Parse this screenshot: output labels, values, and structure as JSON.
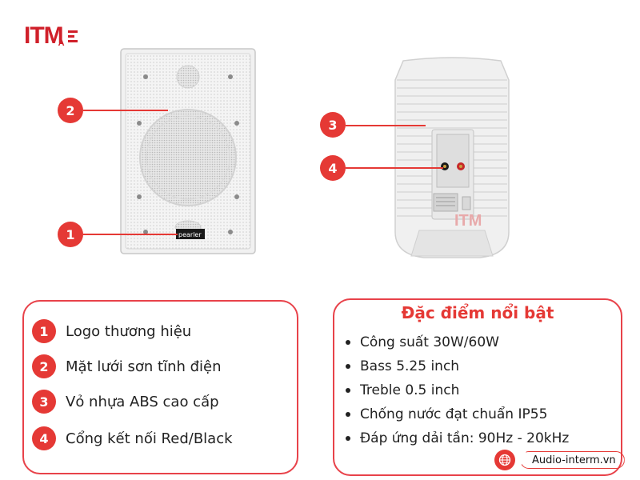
{
  "brand": {
    "logo_text": "ITM",
    "logo_sub": "A",
    "accent": "#e53935"
  },
  "front_view": {
    "brand_plate_text": "pearler",
    "markers": [
      "2",
      "1"
    ]
  },
  "back_view": {
    "watermark_text": "ITM",
    "markers": [
      "3",
      "4"
    ]
  },
  "legend": {
    "items": [
      {
        "num": "1",
        "label": "Logo thương hiệu"
      },
      {
        "num": "2",
        "label": "Mặt lưới sơn tĩnh điện"
      },
      {
        "num": "3",
        "label": "Vỏ nhựa ABS cao cấp"
      },
      {
        "num": "4",
        "label": "Cổng kết nối Red/Black"
      }
    ]
  },
  "features": {
    "title": "Đặc điểm nổi bật",
    "items": [
      "Công suất 30W/60W",
      "Bass 5.25 inch",
      "Treble 0.5 inch",
      "Chống nước đạt chuẩn IP55",
      "Đáp ứng dải tần: 90Hz - 20kHz"
    ]
  },
  "website": {
    "icon": "globe-icon",
    "url": "Audio-interm.vn"
  }
}
